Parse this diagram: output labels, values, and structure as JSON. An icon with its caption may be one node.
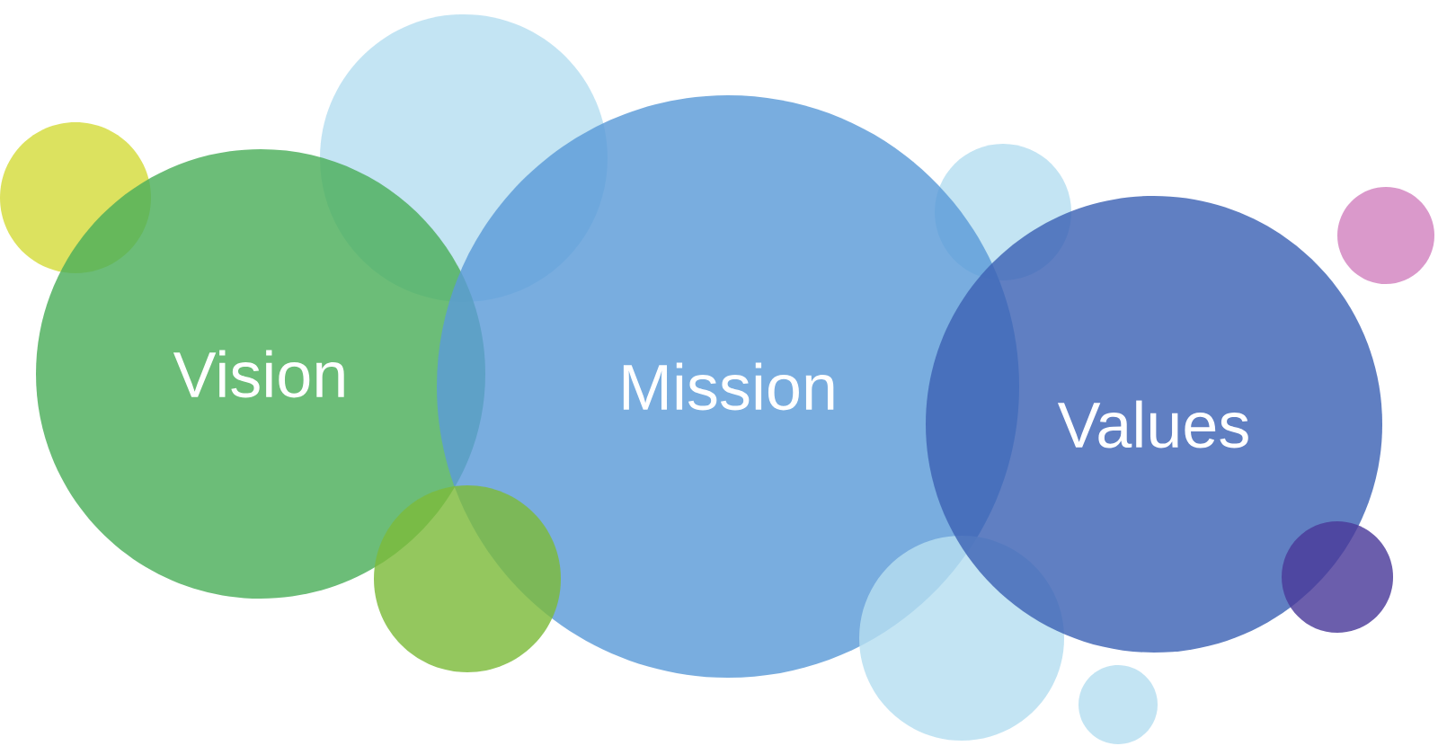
{
  "diagram": {
    "nodes": [
      {
        "text": [],
        "shape": "circle"
      },
      {
        "text": [
          "Vision"
        ]
      },
      {
        "text": [],
        "shape": "circle"
      },
      {
        "text": [],
        "shape": "circle"
      },
      {
        "text": [
          "Mission"
        ]
      },
      {
        "text": [],
        "shape": "circle"
      },
      {
        "text": [],
        "shape": "circle"
      },
      {
        "text": [],
        "shape": "circle"
      },
      {
        "text": [
          "Values"
        ]
      },
      {
        "text": [],
        "shape": "circle"
      },
      {
        "text": [],
        "shape": "circle"
      }
    ]
  }
}
